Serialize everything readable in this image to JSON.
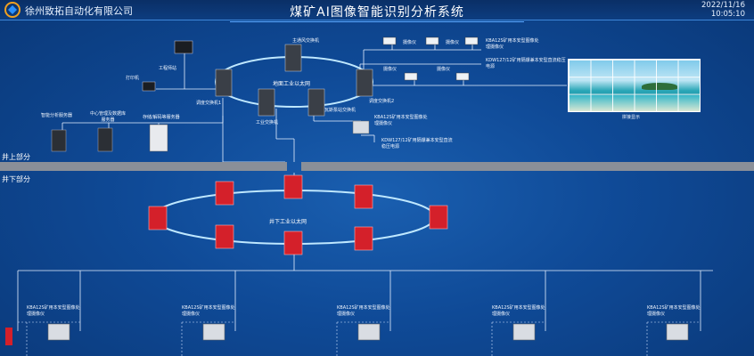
{
  "header": {
    "company": "徐州致拓自动化有限公司",
    "title": "煤矿AI图像智能识别分析系统",
    "date": "2022/11/16",
    "time": "10:05:10"
  },
  "sections": {
    "above": "井上部分",
    "below": "井下部分"
  },
  "surface": {
    "ring_label": "地面工业以太网",
    "workstation": "工程师站",
    "printer": "打印机",
    "server_ai": "智能分析服务器",
    "server_center": "中心管理及数据库服务器",
    "server_storage": "存储/解码等服务器",
    "switch1": "调度交换机1",
    "switch2": "调度交换机2",
    "main_fan": "主通风交换机",
    "work_switch": "工业交换机",
    "pump_switch": "瓦斯泵站交换机",
    "camera": "摄像仪",
    "kba_camera": "KBA12S矿用本安型图像处理摄像仪",
    "kdw": "KDW127/12矿用隔爆兼本安型直流稳压电源",
    "screen": "拼接显示"
  },
  "underground": {
    "ring_label": "井下工业以太网",
    "device_label": "KBA12S矿用本安型图像处理摄像仪"
  },
  "colors": {
    "background": "#0f4a97",
    "line": "#e6f0ff",
    "switch_red": "#d4202a",
    "ring": "#9ad8ff"
  }
}
